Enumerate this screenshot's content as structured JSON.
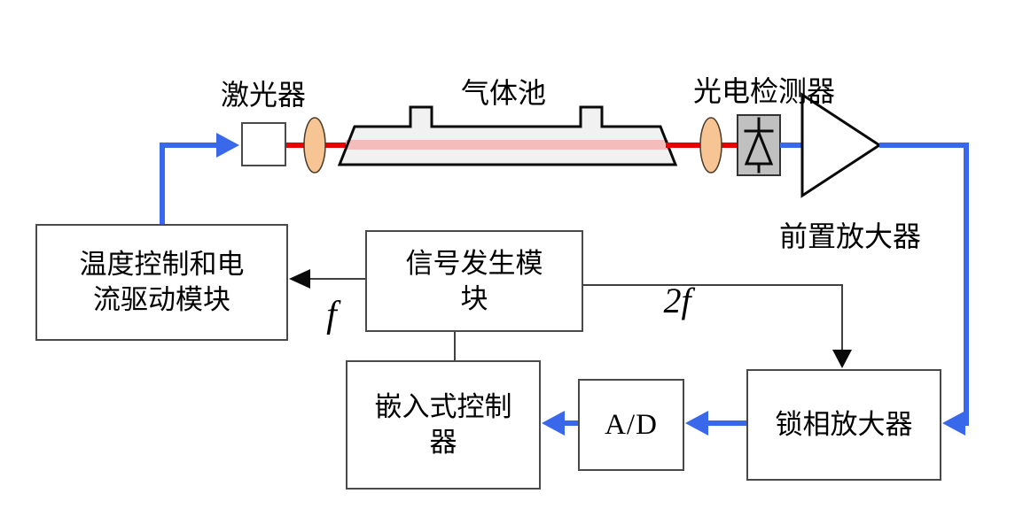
{
  "diagram": {
    "title_labels": {
      "laser": "激光器",
      "gas_cell": "气体池",
      "photodetector": "光电检测器",
      "preamp": "前置放大器",
      "f": "f",
      "f2": "2f"
    },
    "boxes": {
      "temp_drive": {
        "lines": [
          "温度控制和电",
          "流驱动模块"
        ]
      },
      "signal_gen": {
        "lines": [
          "信号发生模",
          "块"
        ]
      },
      "embedded_ctrl": {
        "lines": [
          "嵌入式控制",
          "器"
        ]
      },
      "adc": {
        "label": "A/D"
      },
      "lockin": {
        "label": "锁相放大器"
      }
    },
    "colors": {
      "signal_blue": "#3A68EB",
      "beam_red": "#E90000",
      "beam_inner": "#F5BCBC",
      "lens_fill": "#F7C494",
      "detector_fill": "#C0C0C0",
      "cell_fill": "#F1F1F1",
      "box_border": "#4A4A4A",
      "line_black": "#404040"
    }
  }
}
